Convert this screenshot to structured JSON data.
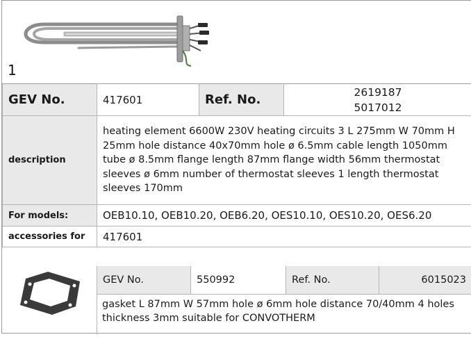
{
  "item": {
    "index_label": "1",
    "image_icon": "heating-element-image"
  },
  "spec": {
    "gev_label": "GEV No.",
    "gev_value": "417601",
    "ref_label": "Ref. No.",
    "ref_values": [
      "2619187",
      "5017012"
    ],
    "description_label": "description",
    "description_text": "heating element  6600W 230V heating circuits 3 L 275mm W 70mm H 25mm hole distance 40x70mm hole ø 6.5mm cable length 1050mm tube ø 8.5mm flange length 87mm flange width 56mm thermostat sleeves ø 6mm number of thermostat sleeves 1 length thermostat sleeves 170mm",
    "models_label": "For models:",
    "models_value": "OEB10.10, OEB10.20, OEB6.20, OES10.10, OES10.20, OES6.20",
    "accessories_label": "accessories for",
    "accessories_value": "417601"
  },
  "accessory": {
    "image_icon": "gasket-image",
    "gev_label": "GEV No.",
    "gev_value": "550992",
    "ref_label": "Ref. No.",
    "ref_value": "6015023",
    "description": "gasket  L 87mm W 57mm hole ø 6mm hole distance 70/40mm 4 holes thickness 3mm suitable for CONVOTHERM"
  },
  "colors": {
    "header_fill": "#e9e9e9",
    "border": "#b5b5b5"
  }
}
